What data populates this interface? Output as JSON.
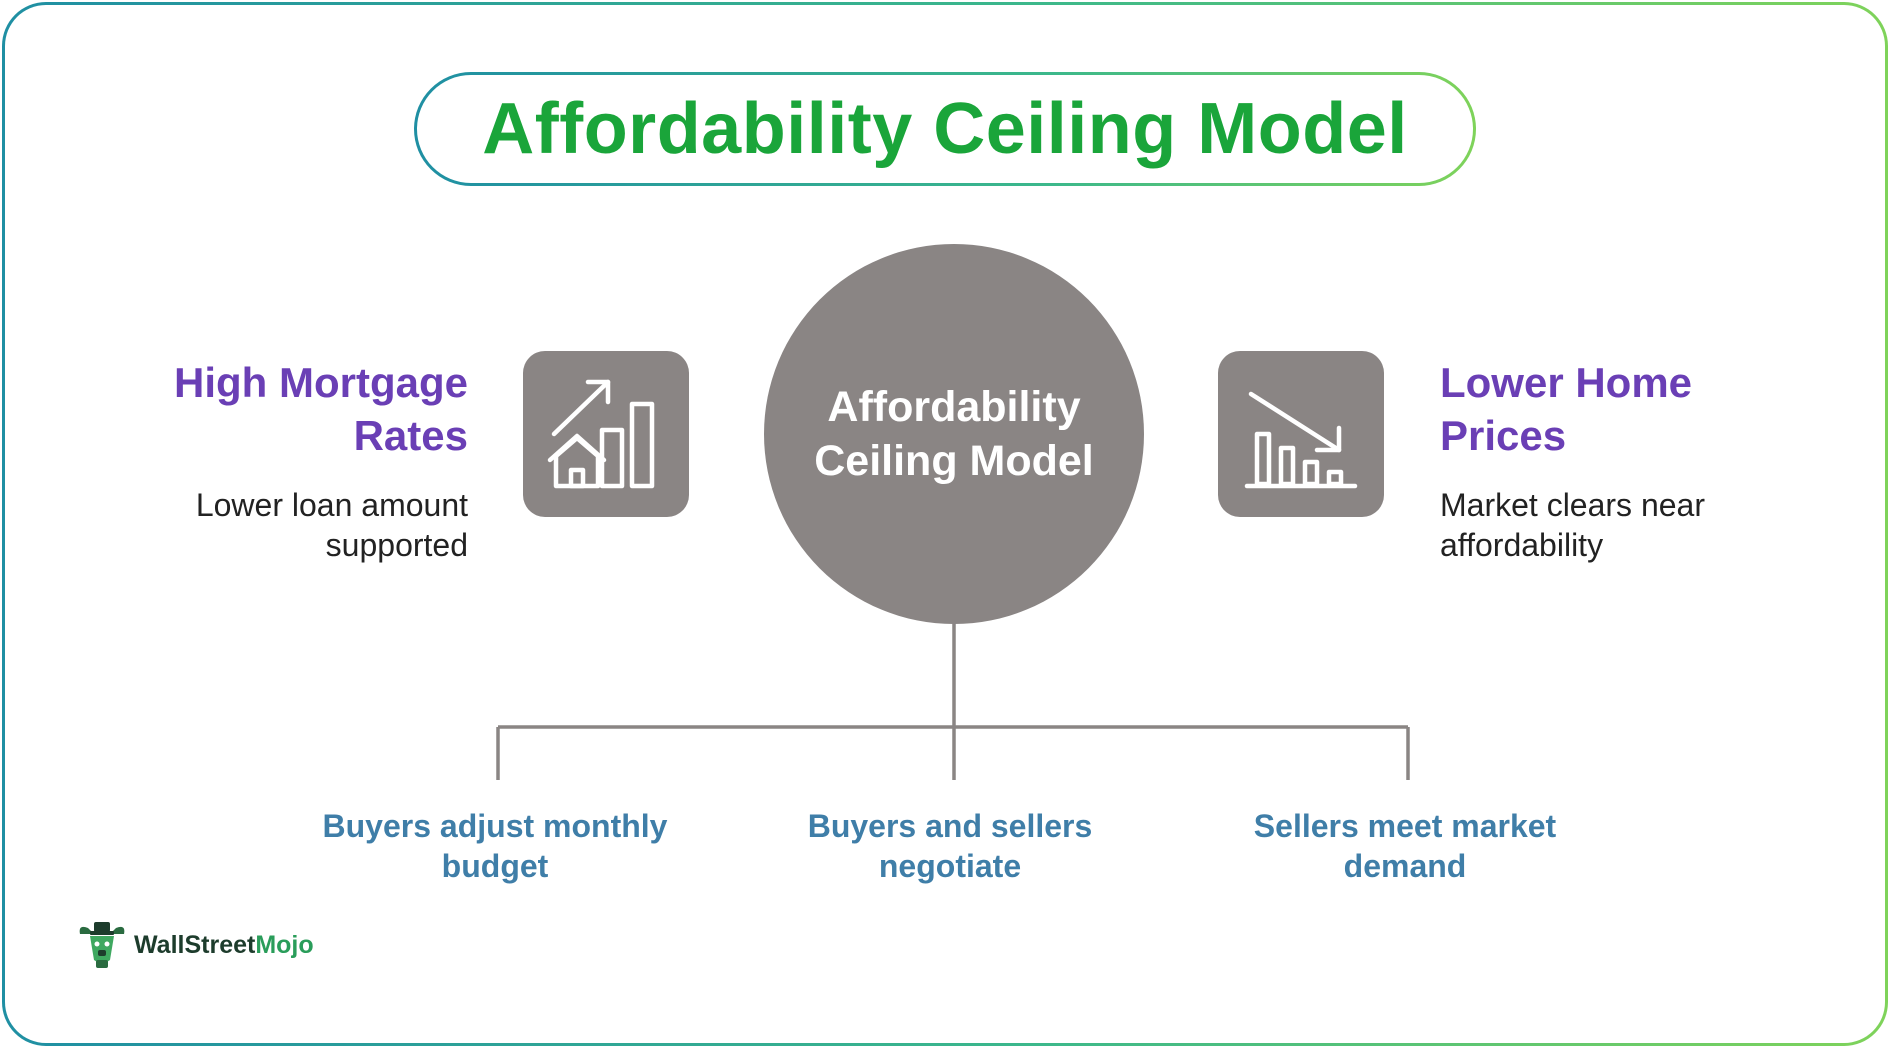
{
  "title": "Affordability Ceiling Model",
  "center": {
    "line1": "Affordability",
    "line2": "Ceiling Model"
  },
  "left": {
    "title_line1": "High Mortgage",
    "title_line2": "Rates",
    "desc_line1": "Lower loan amount",
    "desc_line2": "supported",
    "icon": "house-rising-bar-chart-icon"
  },
  "right": {
    "title_line1": "Lower Home",
    "title_line2": "Prices",
    "desc_line1": "Market clears near",
    "desc_line2": "affordability",
    "icon": "falling-bar-chart-icon"
  },
  "bottom": [
    {
      "line1": "Buyers adjust monthly",
      "line2": "budget"
    },
    {
      "line1": "Buyers and sellers",
      "line2": "negotiate"
    },
    {
      "line1": "Sellers meet market",
      "line2": "demand"
    }
  ],
  "logo": {
    "part1": "WallStreet",
    "part2": "Mojo",
    "icon": "bull-mascot-icon"
  },
  "colors": {
    "title_green": "#1aa53a",
    "node_gray": "#8a8584",
    "side_title_purple": "#6a3fb5",
    "bottom_label_blue": "#3f7ea8",
    "border_gradient_start": "#1f8fa3",
    "border_gradient_end": "#7fd35a"
  }
}
